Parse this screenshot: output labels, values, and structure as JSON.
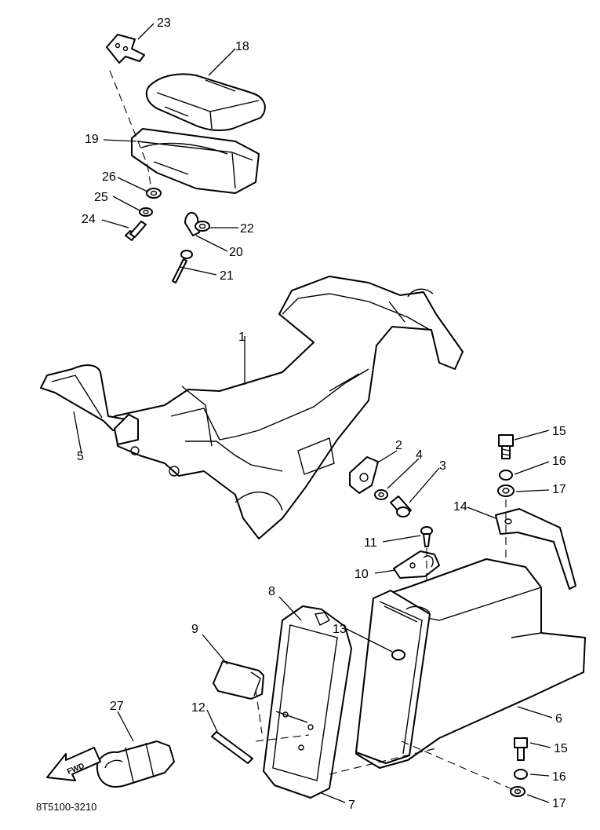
{
  "diagram_code": "8T5100-3210",
  "fwd_label": "FWD",
  "callouts": {
    "c1": "1",
    "c2": "2",
    "c3": "3",
    "c4": "4",
    "c5": "5",
    "c6": "6",
    "c7": "7",
    "c8": "8",
    "c9": "9",
    "c10": "10",
    "c11": "11",
    "c12": "12",
    "c13": "13",
    "c14": "14",
    "c15a": "15",
    "c15b": "15",
    "c16a": "16",
    "c16b": "16",
    "c17a": "17",
    "c17b": "17",
    "c18": "18",
    "c19": "19",
    "c20": "20",
    "c21": "21",
    "c22": "22",
    "c23": "23",
    "c24": "24",
    "c25": "25",
    "c26": "26",
    "c27": "27"
  }
}
